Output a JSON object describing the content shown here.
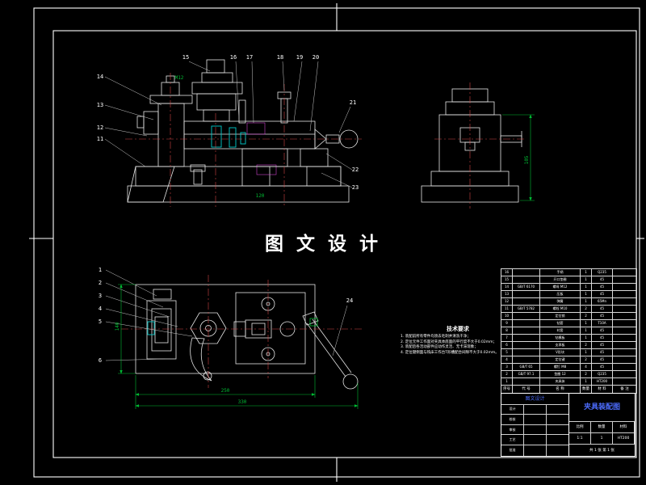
{
  "palette": {
    "background": "#000000",
    "line_white": "#e6e6e6",
    "centerline_red": "#d04545",
    "dim_green": "#00bb33",
    "detail_cyan": "#00cccc",
    "hatch_magenta": "#cc44cc",
    "title_blue": "#4d6dff"
  },
  "watermark": {
    "text": "图 文 设 计"
  },
  "balloons": {
    "front_left": [
      "14",
      "13",
      "12",
      "11"
    ],
    "front_top": [
      "15",
      "16",
      "17",
      "18",
      "19",
      "20"
    ],
    "front_right": [
      "21",
      "22",
      "23"
    ],
    "plan_left": [
      "1",
      "2",
      "3",
      "4",
      "5",
      "6"
    ],
    "plan_right": [
      "24"
    ]
  },
  "dimensions": {
    "front_thread": "M12",
    "front_width": "120",
    "side_height": "105",
    "plan_width": "250",
    "plan_overall": "330",
    "plan_depth": "140"
  },
  "tech_notes": {
    "title": "技术要求",
    "lines": [
      "1. 装配前所有零件均须去毛刺并清洗干净；",
      "2. 定位元件工作面对夹具体底面的平行度不大于0.02mm；",
      "3. 装配后各活动部件应动作灵活、无卡滞现象；",
      "4. 定位键侧面与铣床工作台T形槽配合间隙不大于0.02mm。"
    ]
  },
  "parts_list": {
    "headers": [
      "序号",
      "代 号",
      "名 称",
      "数量",
      "材 料",
      "备 注"
    ],
    "rows": [
      [
        "16",
        "",
        "手柄",
        "1",
        "Q235",
        ""
      ],
      [
        "15",
        "",
        "开口垫圈",
        "1",
        "45",
        ""
      ],
      [
        "14",
        "GB/T 6170",
        "螺母 M12",
        "1",
        "45",
        ""
      ],
      [
        "13",
        "",
        "压板",
        "1",
        "45",
        ""
      ],
      [
        "12",
        "",
        "弹簧",
        "1",
        "65Mn",
        ""
      ],
      [
        "11",
        "GB/T 5782",
        "螺栓 M10",
        "2",
        "45",
        ""
      ],
      [
        "10",
        "",
        "定位销",
        "2",
        "45",
        ""
      ],
      [
        "9",
        "",
        "钻套",
        "1",
        "T10A",
        ""
      ],
      [
        "8",
        "",
        "衬套",
        "1",
        "45",
        ""
      ],
      [
        "7",
        "",
        "钻模板",
        "1",
        "45",
        ""
      ],
      [
        "6",
        "",
        "支承板",
        "2",
        "45",
        ""
      ],
      [
        "5",
        "",
        "V形块",
        "1",
        "45",
        ""
      ],
      [
        "4",
        "",
        "定位键",
        "2",
        "45",
        ""
      ],
      [
        "3",
        "GB/T 65",
        "螺钉 M8",
        "4",
        "45",
        ""
      ],
      [
        "2",
        "GB/T 97.1",
        "垫圈 12",
        "2",
        "Q235",
        ""
      ],
      [
        "1",
        "",
        "夹具体",
        "1",
        "HT200",
        ""
      ]
    ]
  },
  "title_block": {
    "project": "图文设计",
    "drawing_name": "夹具装配图",
    "left_rows": [
      [
        "设计",
        "",
        ""
      ],
      [
        "校核",
        "",
        ""
      ],
      [
        "审核",
        "",
        ""
      ],
      [
        "工艺",
        "",
        ""
      ],
      [
        "批准",
        "",
        ""
      ]
    ],
    "scale_label": "比例",
    "scale_value": "1:1",
    "qty_label": "数量",
    "qty_value": "1",
    "material_label": "材料",
    "material_value": "HT200",
    "sheet_label": "共 1 张   第 1 张"
  }
}
